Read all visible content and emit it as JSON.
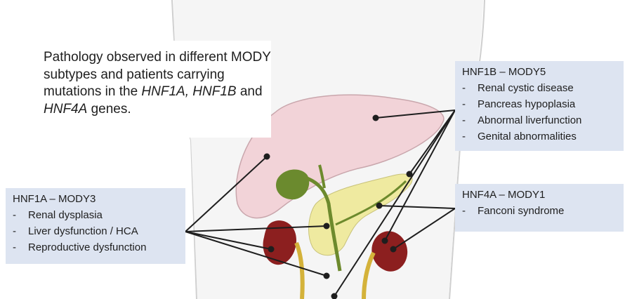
{
  "caption": {
    "part1": "Pathology observed in different MODY subtypes and patients carrying mutations in the ",
    "gene1": "HNF1A,",
    "part2": " ",
    "gene2": "HNF1B",
    "part3": " and ",
    "gene3": "HNF4A",
    "part4": " genes."
  },
  "boxes": {
    "hnf1b": {
      "title": "HNF1B – MODY5",
      "items": [
        "Renal cystic disease",
        "Pancreas hypoplasia",
        "Abnormal liverfunction",
        "Genital abnormalities"
      ]
    },
    "hnf4a": {
      "title": "HNF4A – MODY1",
      "items": [
        "Fanconi syndrome"
      ]
    },
    "hnf1a": {
      "title": "HNF1A – MODY3",
      "items": [
        "Renal dysplasia",
        "Liver dysfunction / HCA",
        "Reproductive dysfunction"
      ]
    }
  },
  "colors": {
    "skin": "#f5f5f5",
    "liver": "#f2d3d8",
    "gallbladder": "#6b8a2e",
    "pancreas": "#efeaa0",
    "bile_duct": "#6d8a2d",
    "kidney": "#8c1f1f",
    "ureter": "#d4b23a",
    "box_bg": "#dde4f1"
  }
}
